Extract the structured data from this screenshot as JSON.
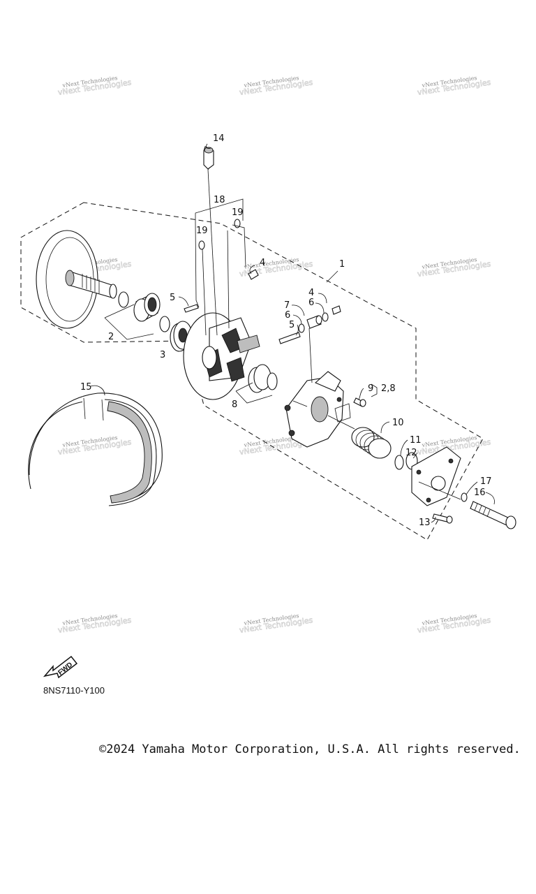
{
  "diagram": {
    "code": "8NS7110-Y100",
    "copyright": "©2024 Yamaha Motor Corporation, U.S.A. All rights reserved.",
    "fwd_label": "FWD",
    "watermark": "vNext Technologies",
    "callouts": {
      "c1": "1",
      "c2": "2",
      "c3": "3",
      "c4a": "4",
      "c4b": "4",
      "c5a": "5",
      "c5b": "5",
      "c6a": "6",
      "c6b": "6",
      "c7": "7",
      "c8": "8",
      "c9": "9",
      "c9ref": "2,8",
      "c10": "10",
      "c11": "11",
      "c12": "12",
      "c13": "13",
      "c14": "14",
      "c15": "15",
      "c16": "16",
      "c17": "17",
      "c18": "18",
      "c19a": "19",
      "c19b": "19"
    }
  }
}
